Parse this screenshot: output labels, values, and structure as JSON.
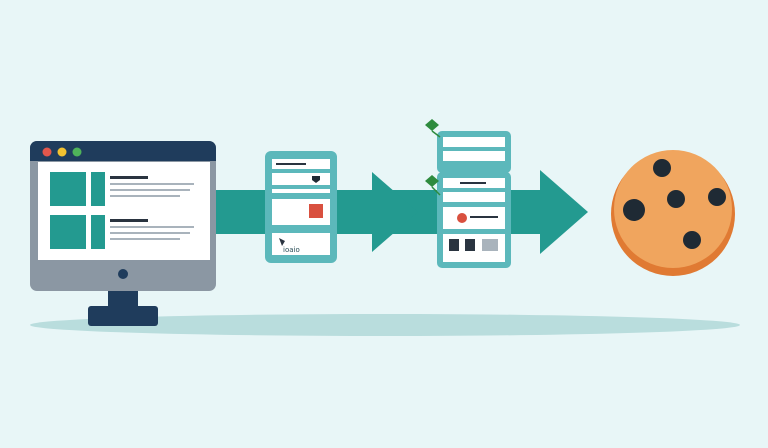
{
  "diagram": {
    "colors": {
      "background": "#e8f6f7",
      "teal": "#239a90",
      "teal_light": "#5cb8bb",
      "navy": "#1f3c5c",
      "monitor_gray": "#8b97a3",
      "card": "#ffffff",
      "cookie_fill": "#f0a55e",
      "cookie_shadow": "#e07a33",
      "chip": "#1f2a34",
      "shadow": "#b9dddd"
    },
    "nodes": [
      {
        "id": "browser",
        "icon": "monitor-icon"
      },
      {
        "id": "request-form",
        "icon": "form-document-icon"
      },
      {
        "id": "data-stack",
        "icon": "stacked-forms-icon"
      },
      {
        "id": "cookie",
        "icon": "cookie-icon"
      }
    ],
    "labels": {
      "form_footer": "ioaio"
    }
  }
}
